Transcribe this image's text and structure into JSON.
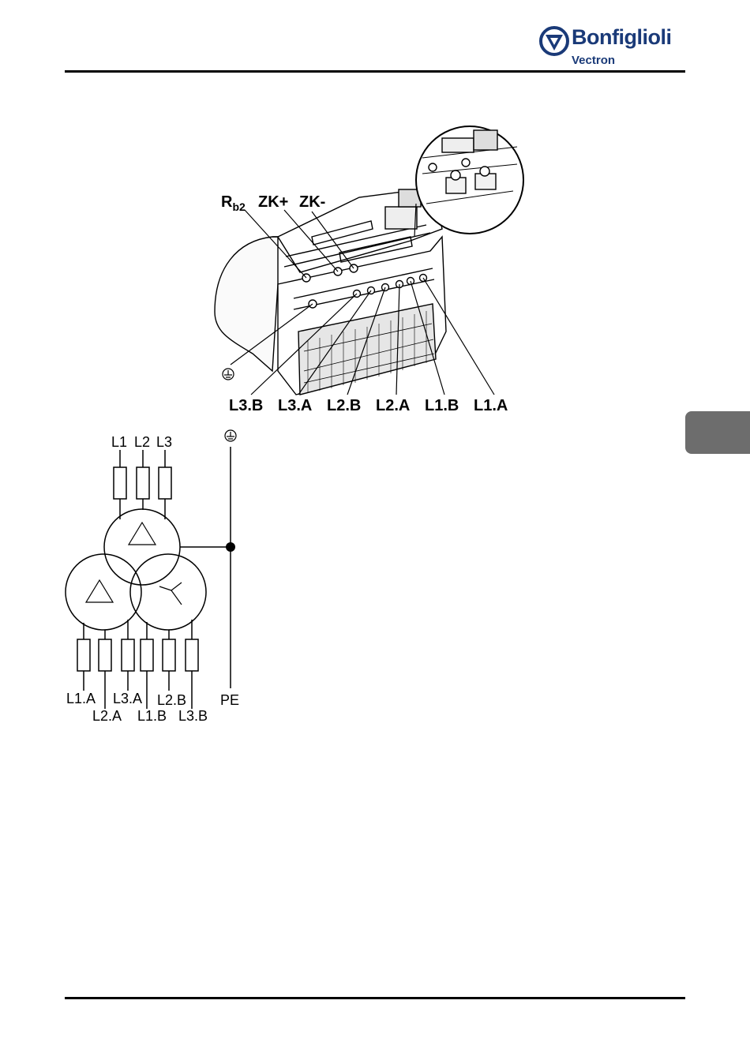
{
  "header": {
    "brand": "Bonfiglioli",
    "subbrand": "Vectron"
  },
  "photo_labels": {
    "rb2_main": "R",
    "rb2_sub": "b2",
    "zk_plus": "ZK+",
    "zk_minus": "ZK-",
    "bottom": [
      "L3.B",
      "L3.A",
      "L2.B",
      "L2.A",
      "L1.B",
      "L1.A"
    ]
  },
  "schematic": {
    "inputs": [
      "L1",
      "L2",
      "L3"
    ],
    "outputs_top": [
      "L1.A",
      "L3.A",
      "L2.B"
    ],
    "outputs_bottom": [
      "L2.A",
      "L1.B",
      "L3.B"
    ],
    "pe": "PE"
  },
  "colors": {
    "brand_blue": "#1a3a78",
    "tab_gray": "#6d6d6d"
  }
}
